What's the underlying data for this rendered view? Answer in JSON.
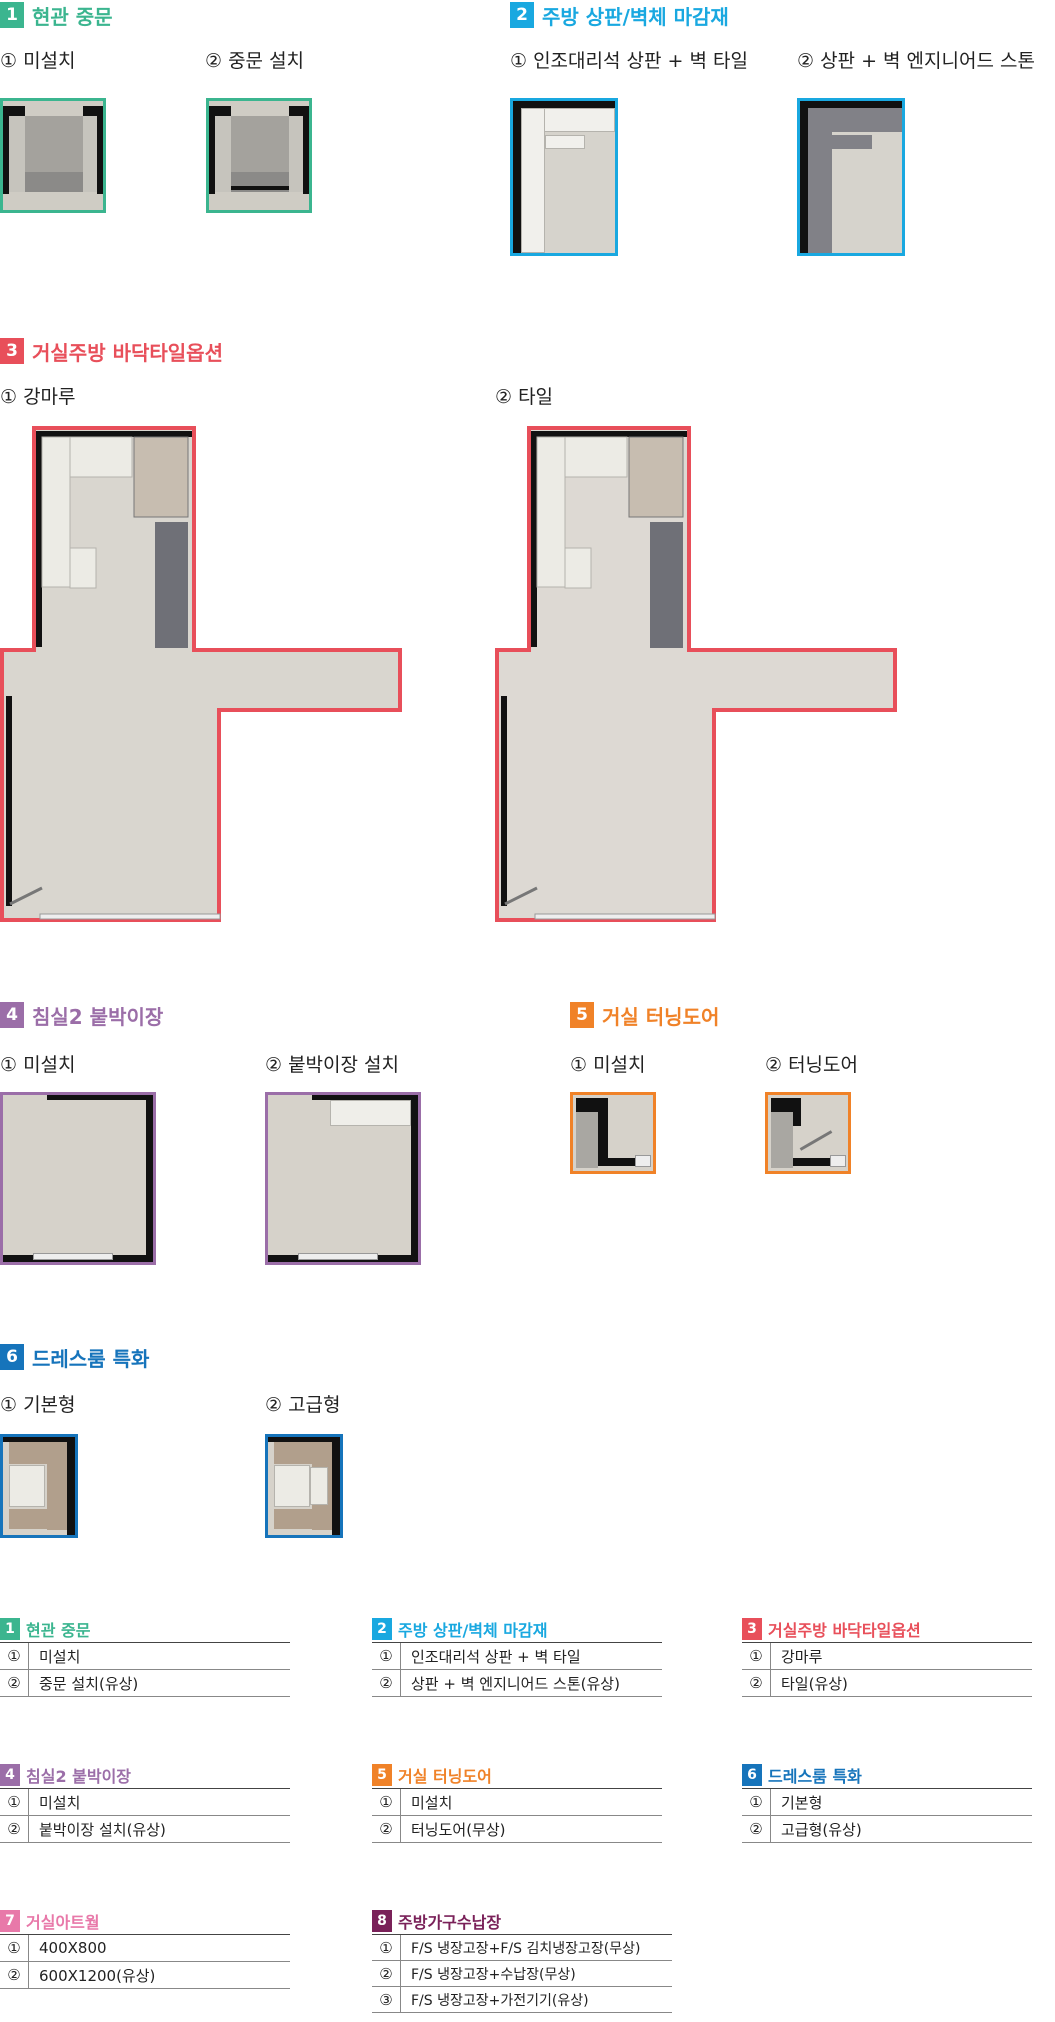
{
  "colors": {
    "green": "#3bb58f",
    "blue": "#19a8e0",
    "red": "#e84f5a",
    "purple": "#9b6ea8",
    "orange": "#f08228",
    "darkblue": "#1674bb",
    "pink": "#e879a9",
    "maroon": "#7a2159"
  },
  "sections": {
    "s1": {
      "num": "1",
      "title": "현관 중문",
      "opt1": "① 미설치",
      "opt2": "② 중문 설치"
    },
    "s2": {
      "num": "2",
      "title": "주방 상판/벽체 마감재",
      "opt1": "① 인조대리석 상판 + 벽 타일",
      "opt2": "② 상판 + 벽 엔지니어드 스톤"
    },
    "s3": {
      "num": "3",
      "title": "거실주방 바닥타일옵션",
      "opt1": "① 강마루",
      "opt2": "② 타일"
    },
    "s4": {
      "num": "4",
      "title": "침실2 붙박이장",
      "opt1": "① 미설치",
      "opt2": "② 붙박이장 설치"
    },
    "s5": {
      "num": "5",
      "title": "거실 터닝도어",
      "opt1": "① 미설치",
      "opt2": "② 터닝도어"
    },
    "s6": {
      "num": "6",
      "title": "드레스룸 특화",
      "opt1": "① 기본형",
      "opt2": "② 고급형"
    }
  },
  "summary": {
    "t1": {
      "num": "1",
      "title": "현관 중문",
      "rows": [
        {
          "n": "①",
          "label": "미설치"
        },
        {
          "n": "②",
          "label": "중문 설치(유상)"
        }
      ]
    },
    "t2": {
      "num": "2",
      "title": "주방 상판/벽체 마감재",
      "rows": [
        {
          "n": "①",
          "label": "인조대리석 상판 + 벽 타일"
        },
        {
          "n": "②",
          "label": "상판 + 벽 엔지니어드 스톤(유상)"
        }
      ]
    },
    "t3": {
      "num": "3",
      "title": "거실주방 바닥타일옵션",
      "rows": [
        {
          "n": "①",
          "label": "강마루"
        },
        {
          "n": "②",
          "label": "타일(유상)"
        }
      ]
    },
    "t4": {
      "num": "4",
      "title": "침실2 붙박이장",
      "rows": [
        {
          "n": "①",
          "label": "미설치"
        },
        {
          "n": "②",
          "label": "붙박이장 설치(유상)"
        }
      ]
    },
    "t5": {
      "num": "5",
      "title": "거실 터닝도어",
      "rows": [
        {
          "n": "①",
          "label": "미설치"
        },
        {
          "n": "②",
          "label": "터닝도어(무상)"
        }
      ]
    },
    "t6": {
      "num": "6",
      "title": "드레스룸 특화",
      "rows": [
        {
          "n": "①",
          "label": "기본형"
        },
        {
          "n": "②",
          "label": "고급형(유상)"
        }
      ]
    },
    "t7": {
      "num": "7",
      "title": "거실아트월",
      "rows": [
        {
          "n": "①",
          "label": "400X800"
        },
        {
          "n": "②",
          "label": "600X1200(유상)"
        }
      ]
    },
    "t8": {
      "num": "8",
      "title": "주방가구수납장",
      "rows": [
        {
          "n": "①",
          "label": "F/S 냉장고장+F/S 김치냉장고장(무상)"
        },
        {
          "n": "②",
          "label": "F/S 냉장고장+수납장(무상)"
        },
        {
          "n": "③",
          "label": "F/S 냉장고장+가전기기(유상)"
        }
      ]
    }
  }
}
